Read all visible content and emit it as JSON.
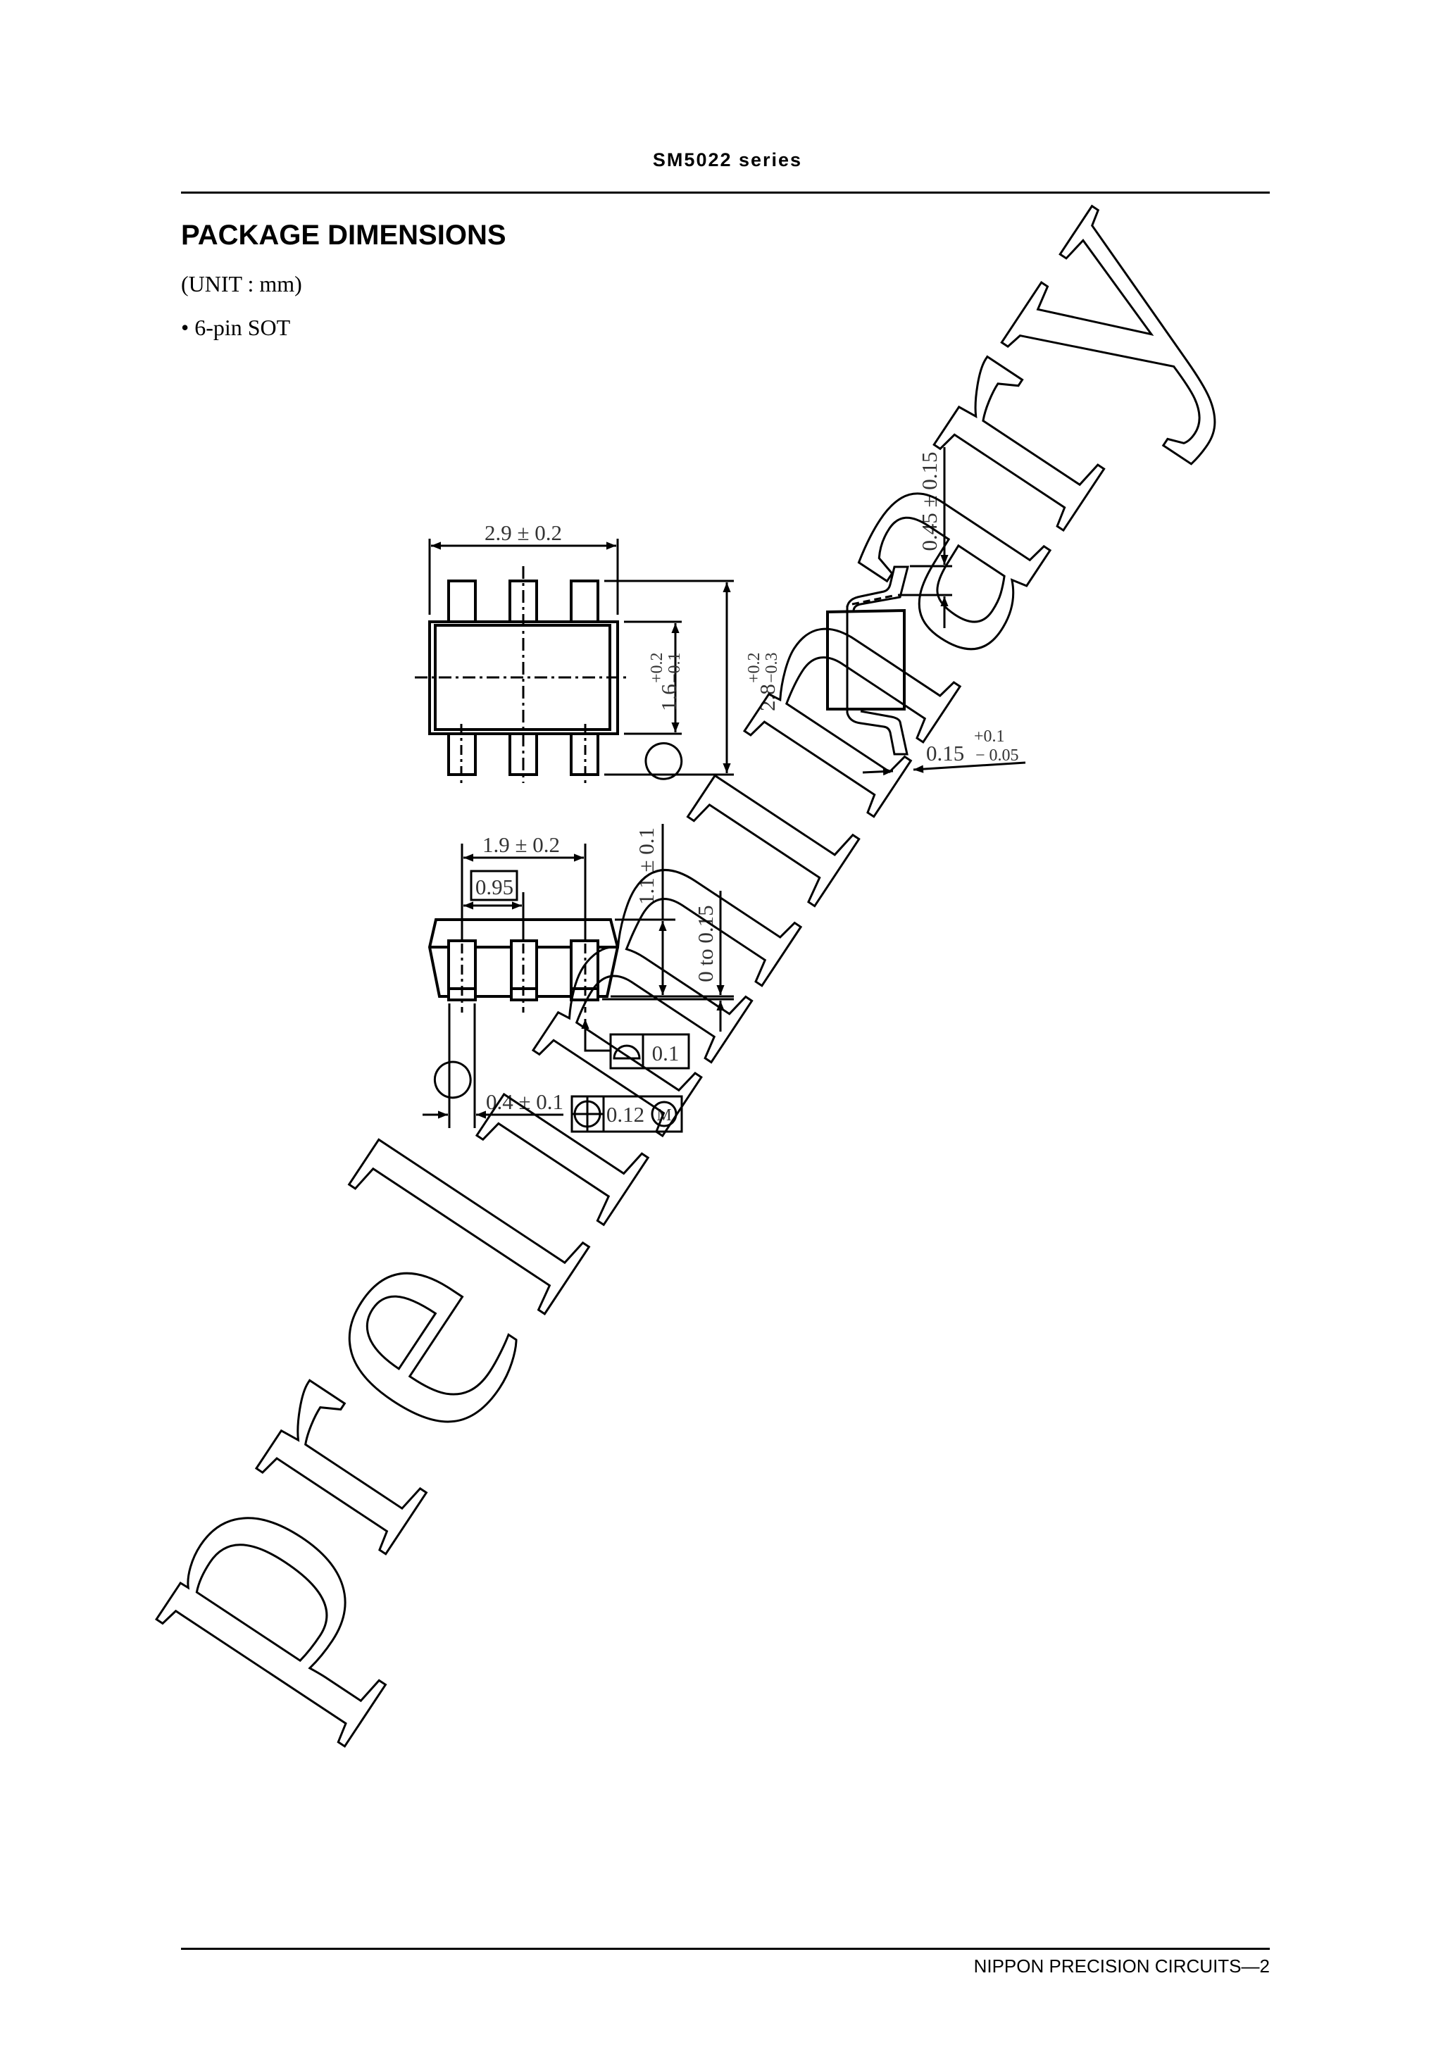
{
  "header": {
    "series": "SM5022 series"
  },
  "section": {
    "title": "PACKAGE DIMENSIONS",
    "unit": "(UNIT : mm)",
    "package": "• 6-pin SOT"
  },
  "drawing": {
    "top_view": {
      "length": "2.9 ± 0.2",
      "body_width": "1.6",
      "body_width_tol_plus": "+0.2",
      "body_width_tol_minus": "−0.1",
      "overall_width": "2.8",
      "overall_width_tol_plus": "+0.2",
      "overall_width_tol_minus": "−0.3"
    },
    "side_view": {
      "outer_pitch": "1.9 ± 0.2",
      "pitch_basic": "0.95",
      "height": "1.1 ± 0.1",
      "standoff": "0 to 0.15",
      "lead_width": "0.4 ± 0.1",
      "flatness_value": "0.1",
      "position_value": "0.12",
      "position_modifier": "M"
    },
    "end_view": {
      "foot_length": "0.45 ± 0.15",
      "lead_thickness": "0.15",
      "lead_thickness_tol_plus": "+0.1",
      "lead_thickness_tol_minus": "− 0.05"
    }
  },
  "watermark": "preliminary",
  "footer": {
    "text": "NIPPON PRECISION CIRCUITS—2"
  }
}
